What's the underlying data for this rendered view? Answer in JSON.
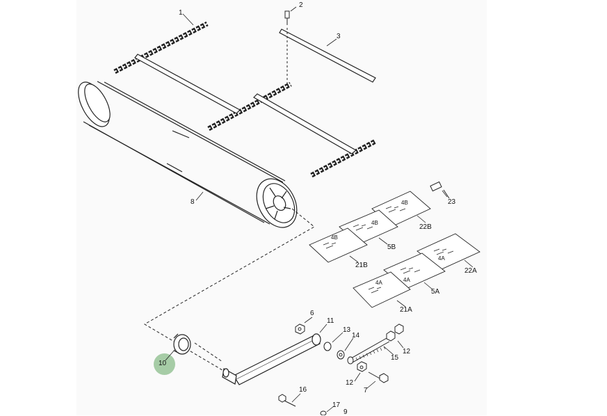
{
  "diagram": {
    "highlight_color": "#7ab37a",
    "highlighted_callout": "10",
    "callouts": {
      "c1": "1",
      "c2": "2",
      "c3": "3",
      "c8": "8",
      "c23": "23",
      "c22B": "22B",
      "c5B": "5B",
      "c21B": "21B",
      "c22A": "22A",
      "c5A": "5A",
      "c21A": "21A",
      "c6": "6",
      "c11": "11",
      "c13": "13",
      "c14": "14",
      "c15": "15",
      "c12a": "12",
      "c12b": "12",
      "c7": "7",
      "c10": "10",
      "c16": "16",
      "c17": "17",
      "c9": "9"
    },
    "kit_labels": {
      "k4B_1": "4B",
      "k4B_2": "4B",
      "k4B_3": "4B",
      "k4A_1": "4A",
      "k4A_2": "4A",
      "k4A_3": "4A"
    }
  }
}
